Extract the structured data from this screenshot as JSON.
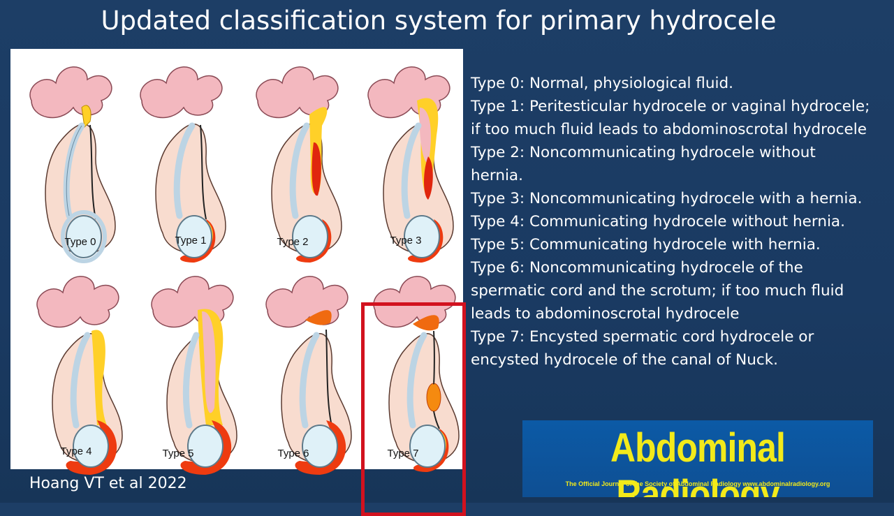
{
  "title": "Updated classification system for primary hydrocele",
  "figure": {
    "types": [
      {
        "label": "Type 0",
        "fluid": "none"
      },
      {
        "label": "Type 1",
        "fluid": "peritesticular"
      },
      {
        "label": "Type 2",
        "fluid": "noncommunicating"
      },
      {
        "label": "Type 3",
        "fluid": "noncommunicating-hernia"
      },
      {
        "label": "Type 4",
        "fluid": "communicating"
      },
      {
        "label": "Type 5",
        "fluid": "communicating-hernia"
      },
      {
        "label": "Type 6",
        "fluid": "cord-and-scrotum"
      },
      {
        "label": "Type 7",
        "fluid": "encysted-cord"
      }
    ],
    "highlighted": "Type 7",
    "highlight_color": "#d2121f"
  },
  "descriptions": [
    "Type 0: Normal,  physiological fluid.",
    "Type 1: Peritesticular hydrocele or vaginal hydrocele;",
    "if too much fluid leads to abdominoscrotal hydrocele",
    "Type 2: Noncommunicating hydrocele without",
    "hernia.",
    "Type 3: Noncommunicating hydrocele with a hernia.",
    "Type 4: Communicating hydrocele without hernia.",
    "Type 5: Communicating hydrocele with hernia.",
    "Type 6: Noncommunicating hydrocele of the",
    "spermatic cord and the scrotum; if too much fluid",
    "leads to abdominoscrotal hydrocele",
    "Type 7: Encysted spermatic cord hydrocele or",
    "encysted hydrocele of the canal of Nuck."
  ],
  "citation": "Hoang VT et al 2022",
  "journal": {
    "name": "Abdominal Radiology",
    "tagline": "The Official Journal of the Society of Abdominal Radiology  www.abdominalradiology.org",
    "name_color": "#f2ea1a",
    "background": "#0c5aa6"
  }
}
